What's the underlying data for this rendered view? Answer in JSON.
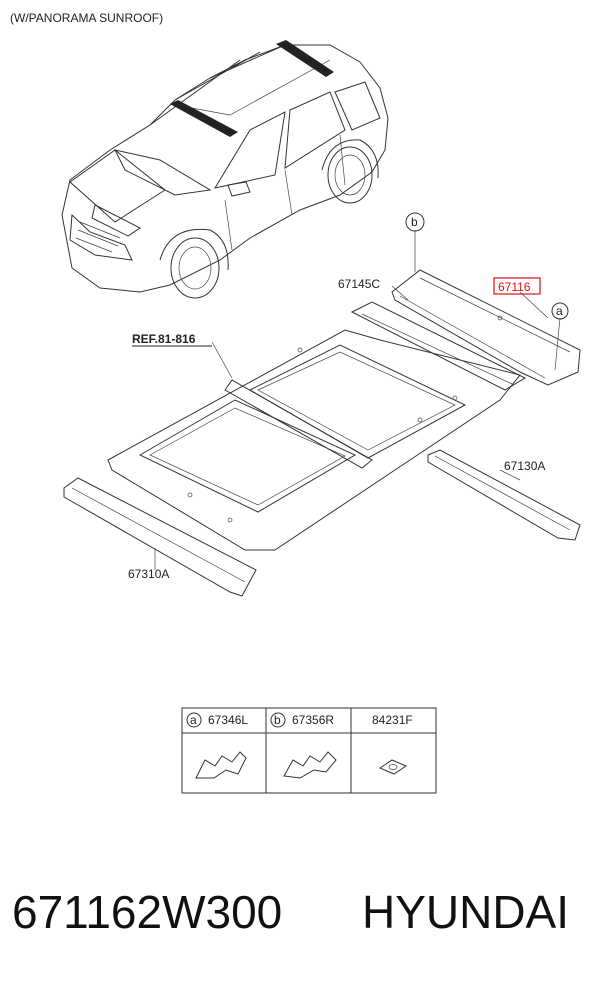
{
  "header": {
    "variant": "(W/PANORAMA SUNROOF)"
  },
  "callouts": {
    "ref": "REF.81-816",
    "part_67145c": "67145C",
    "part_67116": "67116",
    "part_67130a": "67130A",
    "part_67310a": "67310A",
    "marker_a": "a",
    "marker_b": "b"
  },
  "parts_table": {
    "cells": [
      {
        "marker": "a",
        "part_no": "67346L"
      },
      {
        "marker": "b",
        "part_no": "67356R"
      },
      {
        "marker": "",
        "part_no": "84231F"
      }
    ]
  },
  "footer": {
    "part_number": "671162W300",
    "brand": "HYUNDAI"
  },
  "colors": {
    "highlight": "#dd1111",
    "line": "#333333"
  }
}
